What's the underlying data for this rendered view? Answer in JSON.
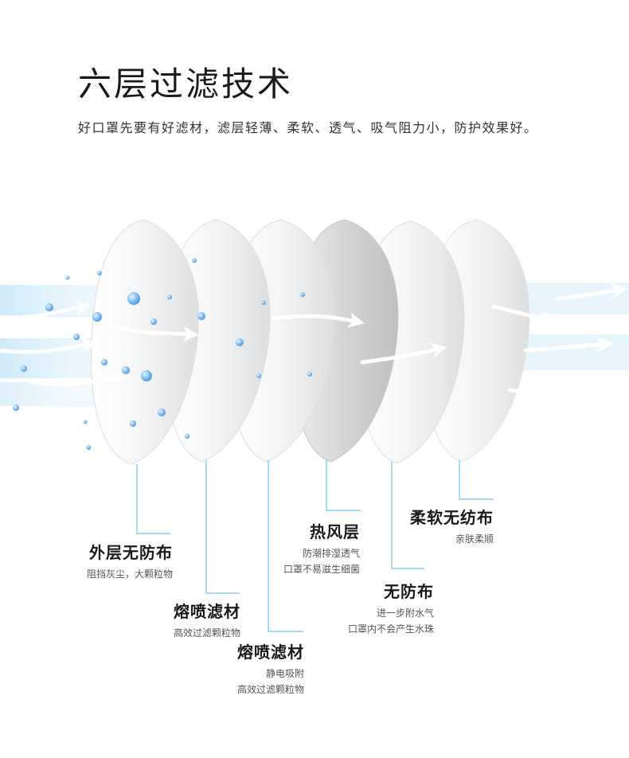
{
  "header": {
    "title": "六层过滤技术",
    "description": "好口罩先要有好滤材，滤层轻薄、柔软、透气、吸气阻力小，防护效果好。"
  },
  "illustration": {
    "layer_count": 6,
    "flow_icon": "airflow-arrow-icon",
    "particle_icon": "particle-dot-icon",
    "colors": {
      "airflow": "#7cc4ee",
      "particle": "#5fa8e8",
      "leader_line": "#6fc3ec",
      "layer_white": "#f4f5f6",
      "layer_gray": "#d6d7d8"
    }
  },
  "layers": [
    {
      "title": "外层无防布",
      "lines": [
        "阻挡灰尘，大颗粒物"
      ]
    },
    {
      "title": "熔喷滤材",
      "lines": [
        "高效过滤颗粒物"
      ]
    },
    {
      "title": "熔喷滤材",
      "lines": [
        "静电吸附",
        "高效过滤颗粒物"
      ]
    },
    {
      "title": "热风层",
      "lines": [
        "防潮排湿透气",
        "口罩不易滋生细菌"
      ]
    },
    {
      "title": "无防布",
      "lines": [
        "进一步附水气",
        "口罩内不会产生水珠"
      ]
    },
    {
      "title": "柔软无纺布",
      "lines": [
        "亲肤柔顺"
      ]
    }
  ]
}
